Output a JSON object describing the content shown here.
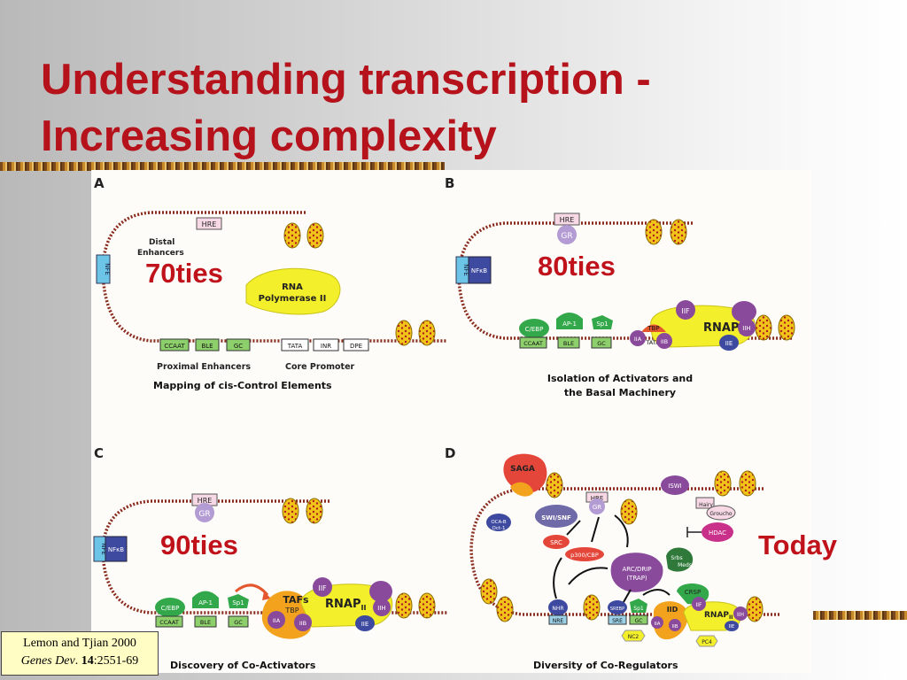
{
  "title": {
    "line1": "Understanding transcription -",
    "line2": "Increasing complexity"
  },
  "eras": {
    "a": "70ties",
    "b": "80ties",
    "c": "90ties",
    "d": "Today"
  },
  "citation": {
    "authors": "Lemon and Tjian 2000",
    "journal": "Genes Dev",
    "sep": ". ",
    "volume": "14",
    "pages": ":2551-69"
  },
  "panels": {
    "a": {
      "letter": "A",
      "caption": "Mapping of cis-Control Elements",
      "distal_label_1": "Distal",
      "distal_label_2": "Enhancers",
      "hre": "HRE",
      "nfe": "NFE",
      "rna_pol_1": "RNA",
      "rna_pol_2": "Polymerase II",
      "boxes": [
        "CCAAT",
        "BLE",
        "GC",
        "TATA",
        "INR",
        "DPE"
      ],
      "proximal": "Proximal Enhancers",
      "core": "Core Promoter"
    },
    "b": {
      "letter": "B",
      "caption_1": "Isolation of Activators and",
      "caption_2": "the Basal Machinery",
      "hre": "HRE",
      "gr": "GR",
      "nfe": "NFE",
      "nfkb": "NFκB",
      "cebp": "C/EBP",
      "ap1": "AP-1",
      "sp1": "Sp1",
      "ccaat": "CCAAT",
      "ble": "BLE",
      "gc": "GC",
      "tbp": "TBP",
      "tata": "TATA",
      "iia": "IIA",
      "iib": "IIB",
      "iif": "IIF",
      "rnap": "RNAP",
      "rnap_sub": "II",
      "iih": "IIH",
      "iie": "IIE"
    },
    "c": {
      "letter": "C",
      "caption": "Discovery of Co-Activators",
      "hre": "HRE",
      "gr": "GR",
      "nfe": "NFE",
      "nfkb": "NFκB",
      "cebp": "C/EBP",
      "ap1": "AP-1",
      "sp1": "Sp1",
      "ccaat": "CCAAT",
      "ble": "BLE",
      "gc": "GC",
      "tafs": "TAFs",
      "tbp": "TBP",
      "iia": "IIA",
      "iib": "IIB",
      "iif": "IIF",
      "rnap": "RNAP",
      "rnap_sub": "II",
      "iih": "IIH",
      "iie": "IIE"
    },
    "d": {
      "letter": "D",
      "caption": "Diversity of Co-Regulators",
      "saga": "SAGA",
      "swisnf": "SWI/SNF",
      "hre": "HRE",
      "gr": "GR",
      "iswi": "ISWI",
      "hairy": "Hairy",
      "groucho": "Groucho",
      "hdac": "HDAC",
      "oca": "OCA-B",
      "oct1": "Oct-1",
      "src": "SRC",
      "p300": "p300/CBP",
      "arc": "ARC/DRIP",
      "trap": "(TRAP)",
      "srbs": "Srbs",
      "meds": "Meds",
      "crsp": "CRSP",
      "nhr": "NHR",
      "nre": "NRE",
      "srebp": "SREBP",
      "sre": "SRE",
      "sp1": "Sp1",
      "gc": "GC",
      "iif": "IIF",
      "iid": "IID",
      "iia": "IIA",
      "iib": "IIB",
      "rnap": "RNAP",
      "rnap_sub": "II",
      "iih": "IIH",
      "iie": "IIE",
      "nc2": "NC2",
      "pc4": "PC4"
    }
  },
  "colors": {
    "title": "#b5121b",
    "era": "#c0121b",
    "citation_bg": "#fffdc4"
  }
}
